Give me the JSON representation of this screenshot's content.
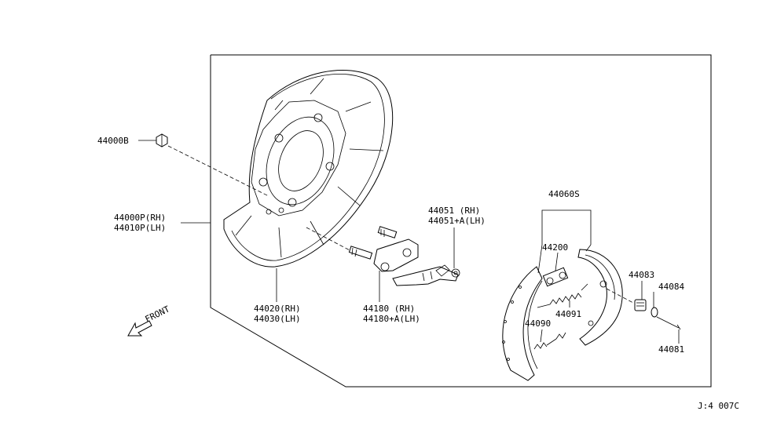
{
  "labels": {
    "p44000B": "44000B",
    "p44000P": "44000P(RH)",
    "p44010P": "44010P(LH)",
    "p44020": "44020(RH)",
    "p44030": "44030(LH)",
    "p44180": "44180  (RH)",
    "p44180A": "44180+A(LH)",
    "p44051": "44051  (RH)",
    "p44051A": "44051+A(LH)",
    "p44060S": "44060S",
    "p44200": "44200",
    "p44083": "44083",
    "p44084": "44084",
    "p44090": "44090",
    "p44091": "44091",
    "p44081": "44081",
    "front": "FRONT",
    "code": "J:4 007C"
  }
}
